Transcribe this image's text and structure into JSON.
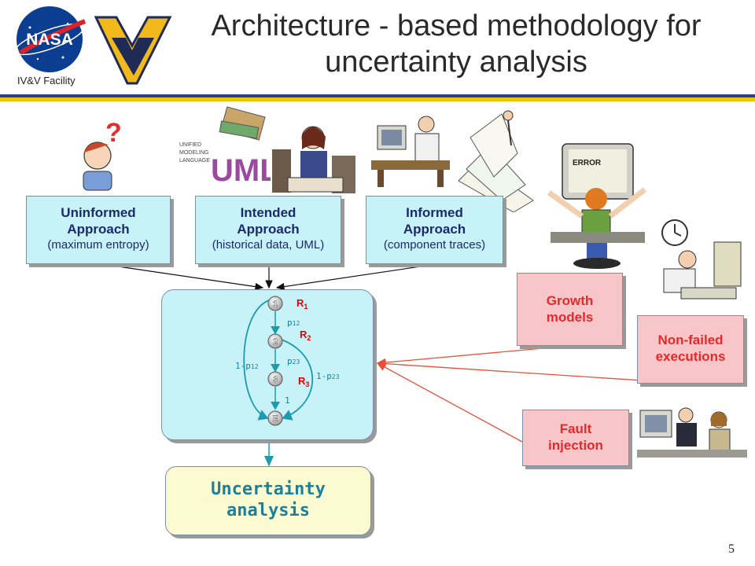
{
  "header": {
    "title_line1": "Architecture - based methodology for",
    "title_line2": "uncertainty analysis",
    "facility": "IV&V Facility",
    "nasa_logo_text": "NASA"
  },
  "approaches": [
    {
      "title_line1": "Uninformed",
      "title_line2": "Approach",
      "subtitle": "(maximum entropy)"
    },
    {
      "title_line1": "Intended",
      "title_line2": "Approach",
      "subtitle": "(historical data, UML)"
    },
    {
      "title_line1": "Informed",
      "title_line2": "Approach",
      "subtitle": "(component traces)"
    }
  ],
  "uml_logo": {
    "line1": "UNIFIED",
    "line2": "MODELING",
    "line3": "LANGUAGE",
    "letters": "UML"
  },
  "error_screen": "ERROR",
  "markov_model": {
    "states": [
      "1",
      "2",
      "3",
      "E"
    ],
    "reliabilities": [
      {
        "base": "R",
        "sub": "1"
      },
      {
        "base": "R",
        "sub": "2"
      },
      {
        "base": "R",
        "sub": "3"
      }
    ],
    "transitions": [
      {
        "base": "p",
        "sub": "12"
      },
      {
        "base": "p",
        "sub": "23"
      },
      {
        "base": "1",
        "sub": ""
      },
      {
        "base": "1-p",
        "sub": "12"
      },
      {
        "base": "1-p",
        "sub": "23"
      }
    ]
  },
  "uncertainty": {
    "line1": "Uncertainty",
    "line2": "analysis"
  },
  "sources": [
    {
      "line1": "Growth",
      "line2": "models"
    },
    {
      "line1": "Non-failed",
      "line2": "executions"
    },
    {
      "line1": "Fault",
      "line2": "injection"
    }
  ],
  "page_number": "5",
  "colors": {
    "title_bar_blue": "#2a3d8f",
    "title_bar_yellow": "#e8c800",
    "approach_box": "#c6f2f8",
    "source_box": "#f8c5c8",
    "uncertainty_box": "#fcfad0",
    "arrow_red": "#e8503a",
    "curve_teal": "#1d9ab0"
  }
}
